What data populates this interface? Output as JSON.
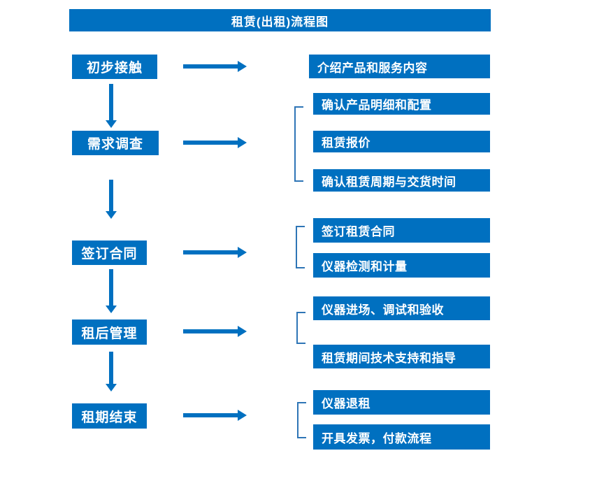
{
  "title": "租赁(出租)流程图",
  "colors": {
    "primary": "#0070C0",
    "bracket": "#2E75B6",
    "text": "#FFFFFF",
    "background": "#FFFFFF"
  },
  "steps": [
    {
      "label": "初步接触",
      "details": [
        "介绍产品和服务内容"
      ]
    },
    {
      "label": "需求调查",
      "details": [
        "确认产品明细和配置",
        "租赁报价",
        "确认租赁周期与交货时间"
      ]
    },
    {
      "label": "签订合同",
      "details": [
        "签订租赁合同",
        "仪器检测和计量"
      ]
    },
    {
      "label": "租后管理",
      "details": [
        "仪器进场、调试和验收",
        "租赁期间技术支持和指导"
      ]
    },
    {
      "label": "租期结束",
      "details": [
        "仪器退租",
        "开具发票，付款流程"
      ]
    }
  ]
}
